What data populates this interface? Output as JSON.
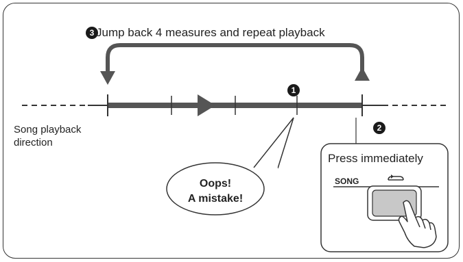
{
  "steps": {
    "one": {
      "badge": "1"
    },
    "two": {
      "badge": "2"
    },
    "three": {
      "badge": "3",
      "text": "Jump back 4 measures and repeat playback"
    }
  },
  "labels": {
    "playback_direction": "Song playback direction",
    "callout": [
      "Oops!",
      "A mistake!"
    ],
    "press_immediately": "Press immediately",
    "song_button_label": "SONG",
    "repeat_symbol": "repeat-arrow-icon"
  },
  "colors": {
    "timeline": "#555555",
    "button_fill": "#c8c8c8",
    "outline": "#333333"
  }
}
